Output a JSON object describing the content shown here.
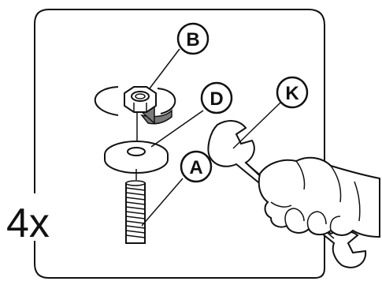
{
  "quantity_label": "4x",
  "callouts": {
    "b": "B",
    "d": "D",
    "k": "K",
    "a": "A"
  },
  "colors": {
    "line": "#111111",
    "rotation_arrow": "#7a7a7a",
    "background": "#ffffff"
  },
  "icons": [
    "hex-nut-icon",
    "washer-icon",
    "threaded-bolt-icon",
    "open-end-wrench-icon",
    "hand-icon",
    "rotation-arrow-icon"
  ]
}
